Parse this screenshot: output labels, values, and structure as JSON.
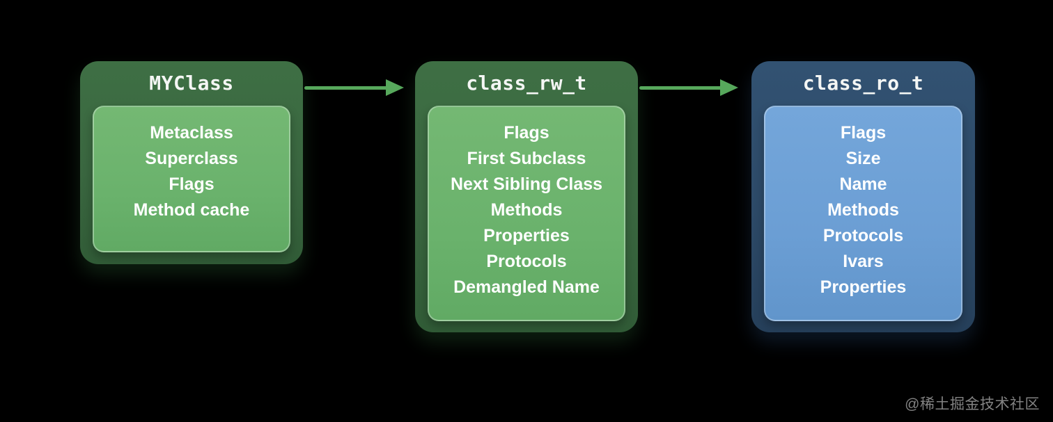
{
  "canvas": {
    "background": "#000000"
  },
  "nodes": [
    {
      "id": "MYClass",
      "title": "MYClass",
      "theme": "green",
      "items": [
        "Metaclass",
        "Superclass",
        "Flags",
        "Method cache"
      ]
    },
    {
      "id": "class_rw_t",
      "title": "class_rw_t",
      "theme": "green",
      "items": [
        "Flags",
        "First Subclass",
        "Next Sibling Class",
        "Methods",
        "Properties",
        "Protocols",
        "Demangled Name"
      ]
    },
    {
      "id": "class_ro_t",
      "title": "class_ro_t",
      "theme": "blue",
      "items": [
        "Flags",
        "Size",
        "Name",
        "Methods",
        "Protocols",
        "Ivars",
        "Properties"
      ]
    }
  ],
  "arrows": [
    {
      "from": "MYClass",
      "to": "class_rw_t",
      "direction": "right",
      "color": "#57a85c"
    },
    {
      "from": "class_rw_t",
      "to": "class_ro_t",
      "direction": "right",
      "color": "#57a85c"
    }
  ],
  "colors": {
    "green_outer": "#3a6740",
    "green_inner": "#6ab26c",
    "blue_outer": "#2d4a68",
    "blue_inner": "#6b9ed4",
    "arrow": "#57a85c",
    "text": "#ffffff",
    "watermark": "#828282"
  },
  "watermark": {
    "text": "@稀土掘金技术社区"
  }
}
